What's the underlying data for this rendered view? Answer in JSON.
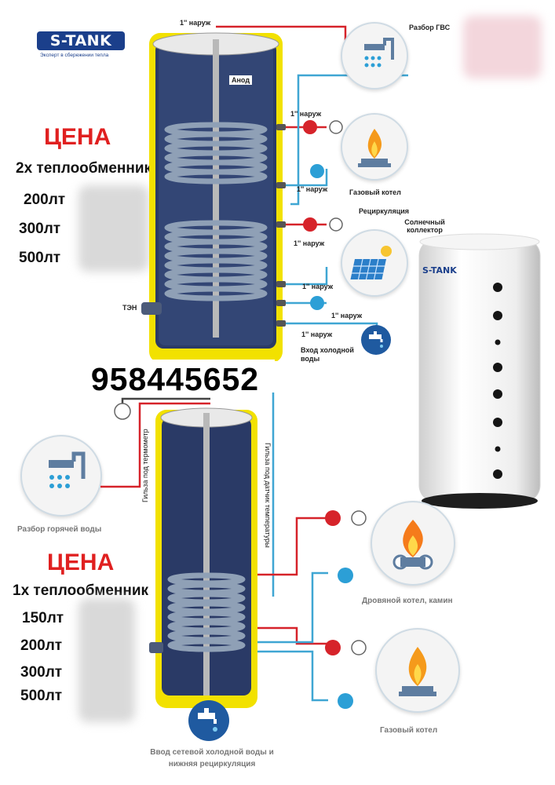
{
  "logo": {
    "brand": "S-TANK",
    "tagline": "Эксперт в сбережении тепла"
  },
  "top": {
    "price_label": "ЦЕНА",
    "exchanger_label": "2х теплообменник",
    "volumes": [
      "200лт",
      "300лт",
      "500лт"
    ],
    "labels": {
      "conn_top": "1'' наруж",
      "anode": "Анод",
      "dhw": "Разбор ГВС",
      "conn_1": "1'' наруж",
      "conn_2": "1'' наруж",
      "gas_boiler": "Газовый котел",
      "recirculation": "Рециркуляция",
      "solar": "Солнечный коллектор",
      "conn_3": "1'' наруж",
      "conn_4": "1'' наруж",
      "conn_5": "1'' наруж",
      "conn_6": "1'' наруж",
      "heater": "ТЭН",
      "cold_in": "Вход холодной воды"
    }
  },
  "phone": "958445652",
  "bottom": {
    "price_label": "ЦЕНА",
    "exchanger_label": "1х теплообменник",
    "volumes": [
      "150лт",
      "200лт",
      "300лт",
      "500лт"
    ],
    "labels": {
      "hot_draw": "Разбор горячей воды",
      "thermo_sleeve": "Гильза под термометр",
      "sensor_sleeve": "Гильза под датчик температуры",
      "wood_boiler": "Дровяной котел, камин",
      "gas_boiler": "Газовый котел",
      "network_in": "Ввод сетевой холодной воды и нижняя рециркуляция"
    }
  },
  "tank_photo": {
    "brand": "S-TANK"
  },
  "colors": {
    "yellow": "#f2e100",
    "blue_line": "#3fa6d3",
    "red_line": "#d6232a",
    "navy": "#25366a",
    "price_red": "#e02020",
    "logo_blue": "#1b3f8b"
  }
}
